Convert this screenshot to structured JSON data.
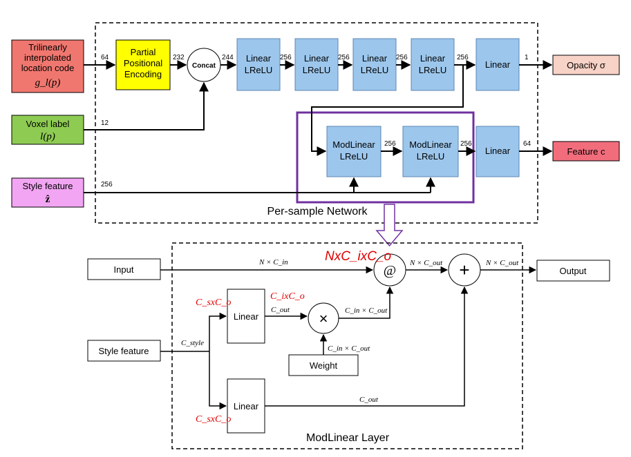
{
  "inputs": {
    "trilinear": [
      "Trilinearly",
      "interpolated",
      "location code",
      "g_l(p)"
    ],
    "voxel": [
      "Voxel label",
      "l(p)"
    ],
    "style": [
      "Style feature",
      "ẑ"
    ]
  },
  "encoding": [
    "Partial",
    "Positional",
    "Encoding"
  ],
  "concat": "Concat",
  "linear_lrelu": [
    "Linear",
    "LReLU"
  ],
  "modlinear_lrelu": [
    "ModLinear",
    "LReLU"
  ],
  "linear": "Linear",
  "outputs": {
    "opacity": "Opacity σ",
    "feature": "Feature c"
  },
  "per_sample_title": "Per-sample Network",
  "dims": {
    "d64a": "64",
    "d232": "232",
    "d244": "244",
    "d256a": "256",
    "d256b": "256",
    "d256c": "256",
    "d256d": "256",
    "d1": "1",
    "d12": "12",
    "d256e": "256",
    "d256f": "256",
    "d256g": "256",
    "d64b": "64"
  },
  "mod_layer": {
    "title": "ModLinear Layer",
    "input": "Input",
    "output": "Output",
    "style": "Style feature",
    "weight": "Weight",
    "linear": "Linear",
    "matmul": "@",
    "times": "×",
    "plus": "+",
    "n_cin": "N × C_in",
    "n_cout_a": "N × C_out",
    "n_cout_b": "N × C_out",
    "cin_cout_a": "C_in × C_out",
    "cin_cout_b": "C_in × C_out",
    "c_style": "C_style",
    "c_out_a": "C_out",
    "c_out_b": "C_out"
  },
  "red_annotations": {
    "nxcixco": "NxC_ixC_o",
    "cixco": "C_ixC_o",
    "csxco_a": "C_sxC_o",
    "csxco_b": "C_sxC_o"
  },
  "colors": {
    "trilinear": "#f0776f",
    "voxel": "#8ecb52",
    "style": "#f2a5f2",
    "encoding": "#ffff00",
    "linear_block": "#9cc6ec",
    "opacity": "#f7d2c6",
    "feature": "#f16d7c",
    "purple": "#7030a0",
    "red": "#e00000"
  }
}
